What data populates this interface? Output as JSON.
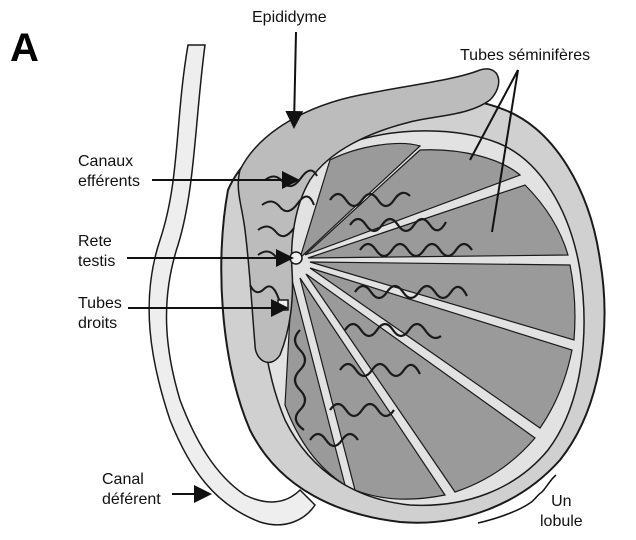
{
  "panel_letter": "A",
  "labels": {
    "epididyme": "Epididyme",
    "tubes_seminiferes": "Tubes séminifères",
    "canaux_efferents": [
      "Canaux",
      "efférents"
    ],
    "rete_testis": [
      "Rete",
      "testis"
    ],
    "tubes_droits": [
      "Tubes",
      "droits"
    ],
    "canal_deferent": [
      "Canal",
      "déférent"
    ],
    "un_lobule": [
      "Un",
      "lobule"
    ]
  },
  "colors": {
    "outline": "#1a1a1a",
    "lobule_fill": "#9a9a9a",
    "septum_fill": "#e2e2e2",
    "capsule_fill": "#d0d0d0",
    "epididymis_fill": "#bcbcbc",
    "duct_fill": "#eeeeee"
  }
}
